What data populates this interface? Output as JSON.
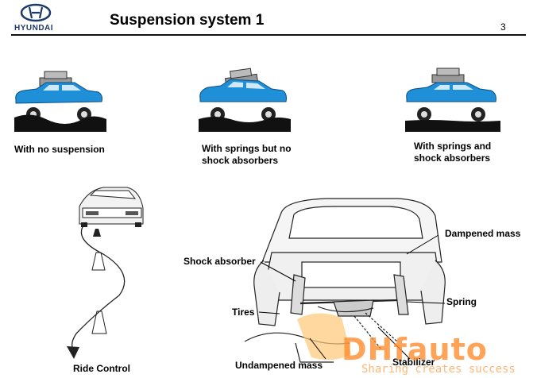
{
  "header": {
    "brand": "HYUNDAI",
    "title": "Suspension system 1",
    "page_number": "3"
  },
  "figures": {
    "no_suspension": "With no suspension",
    "springs_no_shock_line1": "With springs but no",
    "springs_no_shock_line2": "shock absorbers",
    "springs_and_shock_line1": "With springs and",
    "springs_and_shock_line2": "shock absorbers",
    "ride_control": "Ride Control"
  },
  "diagram_labels": {
    "dampened_mass": "Dampened mass",
    "shock_absorber": "Shock absorber",
    "tires": "Tires",
    "spring": "Spring",
    "undampened_mass": "Undampened mass",
    "stabilizer": "Stabilizer"
  },
  "watermark": {
    "brand": "DHfauto",
    "slogan": "Sharing creates success"
  },
  "colors": {
    "car_blue": "#1f8fd8",
    "watermark_orange": "#ff8a2a",
    "logo_blue": "#1b3a6b"
  }
}
